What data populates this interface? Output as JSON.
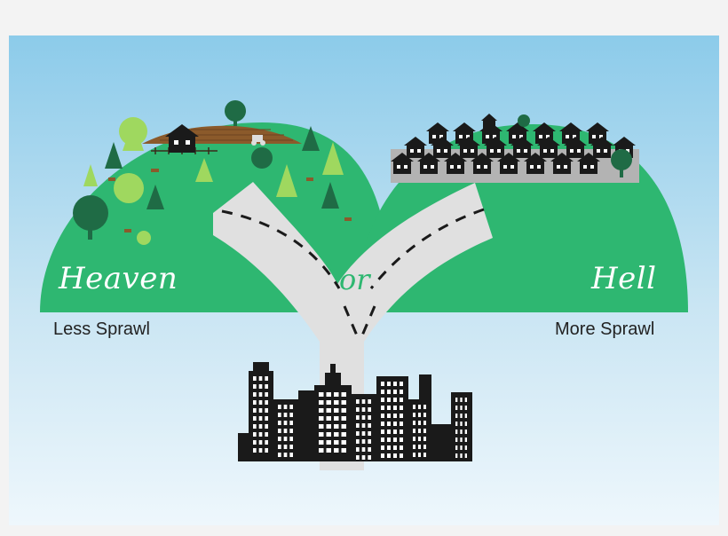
{
  "labels": {
    "left_title": "Heaven",
    "right_title": "Hell",
    "left_caption": "Less Sprawl",
    "right_caption": "More Sprawl",
    "fork_word": "or"
  },
  "colors": {
    "hill_green": "#2eb771",
    "road": "#e0e0e0",
    "building": "#1a1a1a",
    "sky_top": "#8ccbea",
    "farm_field": "#8b5a2b",
    "tree_light": "#9fd85f",
    "tree_dark": "#1f6b45"
  },
  "icons": [
    "farmhouse-icon",
    "tractor-icon",
    "deer-icon",
    "tree-icon",
    "house-icon",
    "skyscraper-icon"
  ]
}
